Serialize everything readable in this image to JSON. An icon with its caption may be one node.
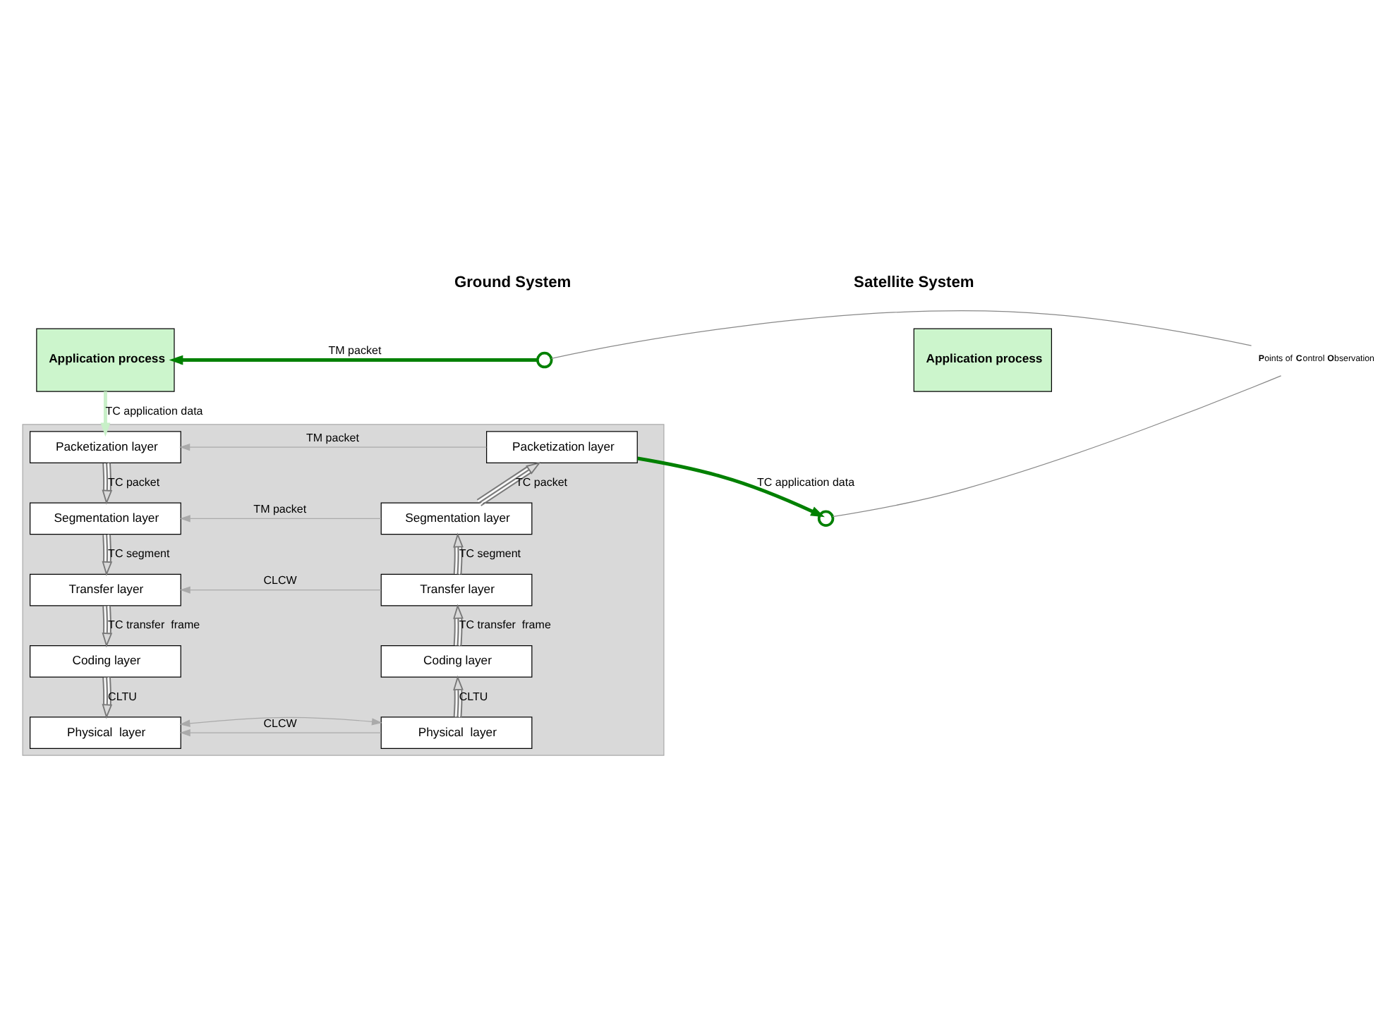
{
  "diagram": {
    "nodes": [
      {
        "text": [
          "Application process"
        ]
      },
      {
        "text": [
          "Application process"
        ]
      },
      {
        "text": [],
        "shape": "box"
      },
      {
        "text": [
          "Packetization layer"
        ],
        "in": 2
      },
      {
        "text": [
          "Packetization layer"
        ],
        "in": 2
      },
      {
        "text": [
          "Segmentation layer"
        ],
        "in": 2
      },
      {
        "text": [
          "Segmentation layer"
        ],
        "in": 2
      },
      {
        "text": [
          "Transfer layer"
        ],
        "in": 2
      },
      {
        "text": [
          "Transfer layer"
        ],
        "in": 2
      },
      {
        "text": [
          "Coding layer"
        ],
        "in": 2
      },
      {
        "text": [
          "Coding layer"
        ],
        "in": 2
      },
      {
        "text": [
          "Physical  layer"
        ],
        "in": 2
      },
      {
        "text": [
          "Physical  layer"
        ],
        "in": 2
      },
      {
        "text": [
          "**P**oints of **C**ontrol **O**bservation"
        ]
      },
      {
        "text": [],
        "shape": "circle"
      },
      {
        "text": [],
        "shape": "circle"
      }
    ],
    "edges": [
      {
        "from": 14,
        "to": 0,
        "arrow": "to",
        "label": "TM packet",
        "style": "thick",
        "color": "#008000"
      },
      {
        "from": 13,
        "to": 14,
        "arrow": "none"
      },
      {
        "from": 13,
        "to": 15,
        "arrow": "none"
      },
      {
        "from": 0,
        "to": 3,
        "arrow": "to",
        "label": "TC application data",
        "style": "thick",
        "color": "#c8f0c8"
      },
      {
        "from": 4,
        "to": 15,
        "arrow": "to",
        "label": "TC application data",
        "style": "thick",
        "color": "#008000"
      },
      {
        "from": 4,
        "to": 3,
        "arrow": "to",
        "label": "TM packet",
        "color": "#aaaaaa"
      },
      {
        "from": 3,
        "to": 5,
        "arrow": "to",
        "label": "TC packet"
      },
      {
        "from": 6,
        "to": 4,
        "arrow": "to",
        "label": "TC packet"
      },
      {
        "from": 6,
        "to": 5,
        "arrow": "to",
        "label": "TM packet",
        "color": "#aaaaaa"
      },
      {
        "from": 5,
        "to": 7,
        "arrow": "to",
        "label": "TC segment"
      },
      {
        "from": 8,
        "to": 6,
        "arrow": "to",
        "label": "TC segment"
      },
      {
        "from": 8,
        "to": 7,
        "arrow": "to",
        "label": "CLCW",
        "color": "#aaaaaa"
      },
      {
        "from": 7,
        "to": 9,
        "arrow": "to",
        "label": "TC transfer  frame"
      },
      {
        "from": 10,
        "to": 8,
        "arrow": "to",
        "label": "TC transfer  frame"
      },
      {
        "from": 9,
        "to": 11,
        "arrow": "to",
        "label": "CLTU"
      },
      {
        "from": 12,
        "to": 10,
        "arrow": "to",
        "label": "CLTU"
      },
      {
        "from": 12,
        "to": 11,
        "arrow": "to",
        "label": "CLCW",
        "color": "#aaaaaa"
      },
      {
        "from": 11,
        "to": 12,
        "arrow": "both",
        "color": "#aaaaaa"
      }
    ],
    "labels": [
      "Ground System",
      "Satellite System"
    ]
  }
}
